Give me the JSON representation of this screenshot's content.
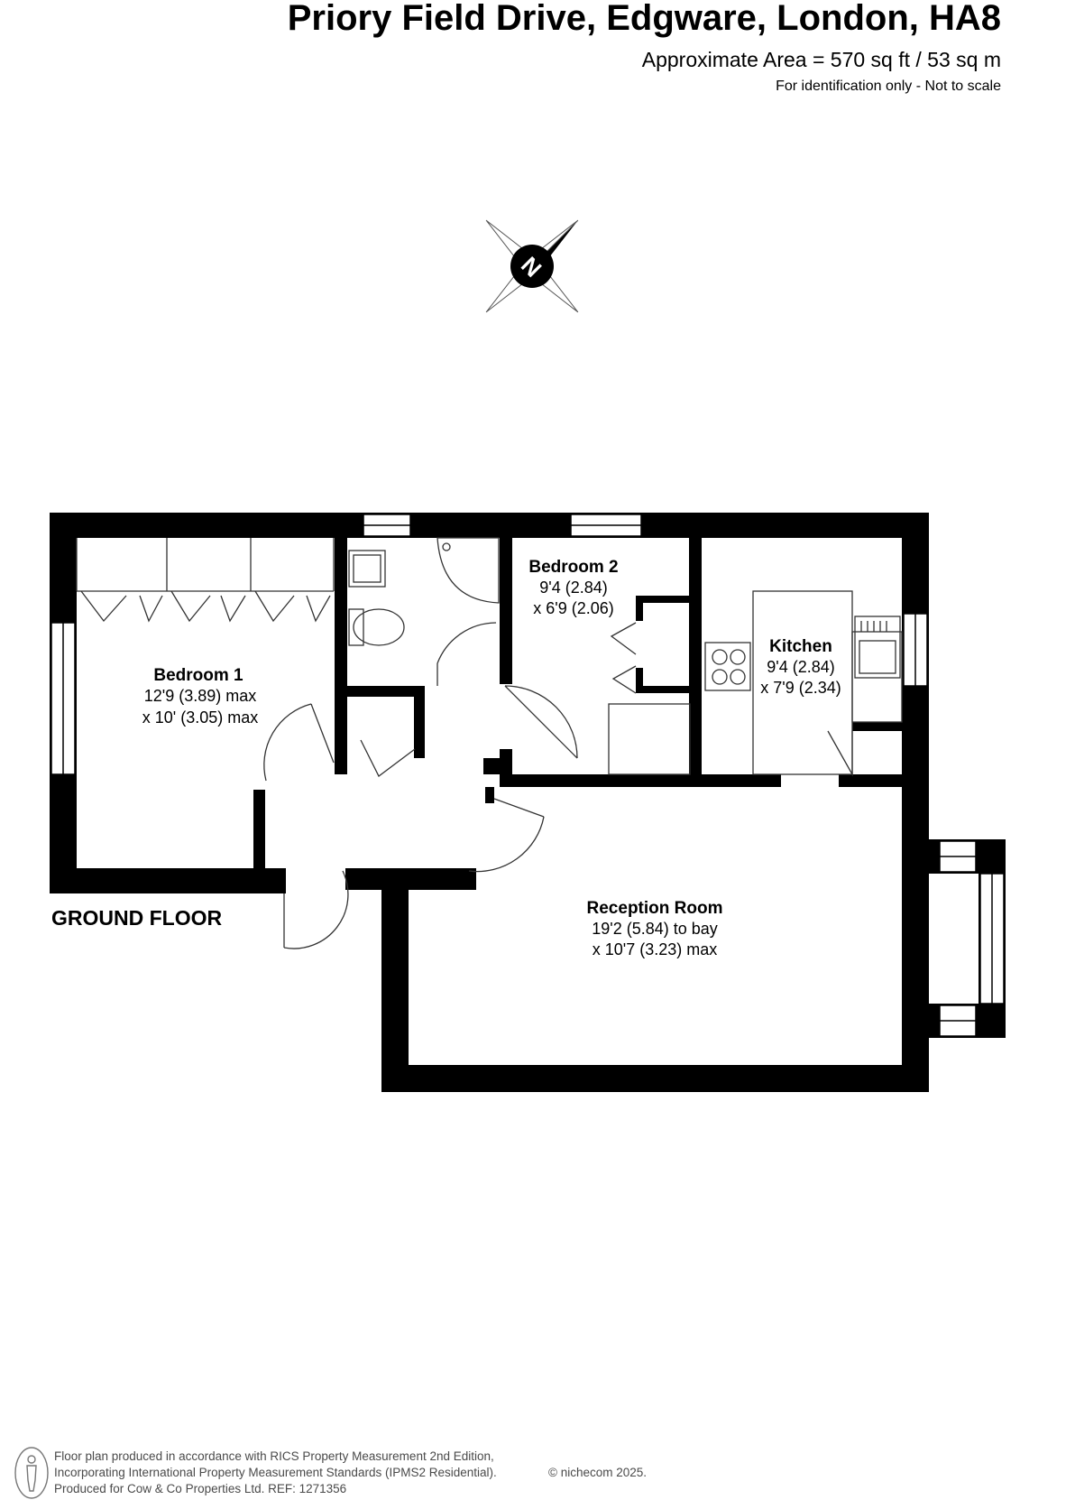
{
  "header": {
    "title": "Priory Field Drive, Edgware, London, HA8",
    "area": "Approximate Area = 570 sq ft / 53 sq m",
    "disclaimer": "For identification only - Not to scale"
  },
  "compass": {
    "letter": "N"
  },
  "floor_label": "GROUND FLOOR",
  "rooms": {
    "bedroom1": {
      "name": "Bedroom 1",
      "dim1": "12'9 (3.89) max",
      "dim2": "x 10' (3.05) max"
    },
    "bedroom2": {
      "name": "Bedroom 2",
      "dim1": "9'4 (2.84)",
      "dim2": "x 6'9 (2.06)"
    },
    "kitchen": {
      "name": "Kitchen",
      "dim1": "9'4 (2.84)",
      "dim2": "x 7'9 (2.34)"
    },
    "reception": {
      "name": "Reception Room",
      "dim1": "19'2 (5.84) to bay",
      "dim2": "x 10'7 (3.23) max"
    }
  },
  "footer": {
    "line1": "Floor plan produced in accordance with RICS Property Measurement 2nd Edition,",
    "line2": "Incorporating International Property Measurement Standards (IPMS2 Residential).",
    "line3": "Produced for Cow & Co Properties Ltd.   REF: 1271356",
    "copyright": "© nichecom 2025."
  },
  "colors": {
    "wall": "#000000",
    "fixture_stroke": "#333333",
    "footer_text": "#4a4a4a",
    "window_fill": "#ffffff"
  }
}
